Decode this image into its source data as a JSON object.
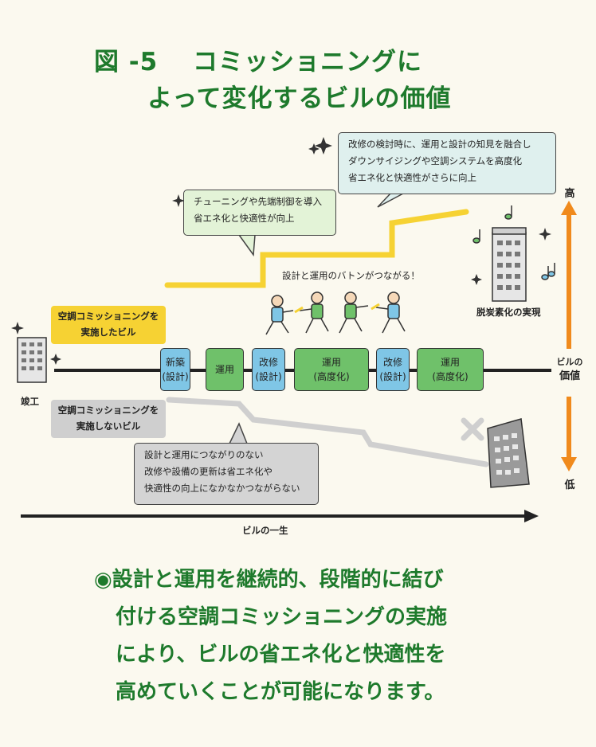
{
  "title": {
    "line1": "図 -5　 コミッショニングに",
    "line2": "よって変化するビルの価値"
  },
  "bubbles": {
    "top": [
      "改修の検討時に、運用と設計の知見を融合し",
      "ダウンサイジングや空調システムを高度化",
      "省エネ化と快適性がさらに向上"
    ],
    "mid": [
      "チューニングや先端制御を導入",
      "省エネ化と快適性が向上"
    ],
    "low": [
      "設計と運用につながりのない",
      "改修や設備の更新は省エネ化や",
      "快適性の向上になかなかつながらない"
    ]
  },
  "labels": {
    "with_commissioning": [
      "空調コミッショニングを",
      "実施したビル"
    ],
    "without_commissioning": [
      "空調コミッショニングを",
      "実施しないビル"
    ],
    "baton": "設計と運用のバトンがつながる！",
    "decarbon": "脱炭素化の実現",
    "completion": "竣工",
    "lifecycle": "ビルの一生",
    "value_axis": [
      "ビルの",
      "価値"
    ],
    "high": "高",
    "low": "低"
  },
  "stages": [
    {
      "lines": [
        "新築",
        "(設計)"
      ],
      "kind": "blue"
    },
    {
      "lines": [
        "運用"
      ],
      "kind": "green"
    },
    {
      "lines": [
        "改修",
        "(設計)"
      ],
      "kind": "blue"
    },
    {
      "lines": [
        "運用",
        "(高度化)"
      ],
      "kind": "green"
    },
    {
      "lines": [
        "改修",
        "(設計)"
      ],
      "kind": "blue"
    },
    {
      "lines": [
        "運用",
        "(高度化)"
      ],
      "kind": "green"
    }
  ],
  "colors": {
    "green_title": "#1e7a2c",
    "yellow_line": "#f6d233",
    "gray_line": "#cfcfcf",
    "orange_arrow": "#f08a1c",
    "blue_stage": "#7fc6e6",
    "green_stage": "#6fc16a"
  },
  "footer": [
    "◉設計と運用を継続的、段階的に結び",
    "付ける空調コミッショニングの実施",
    "により、ビルの省エネ化と快適性を",
    "高めていくことが可能になります。"
  ]
}
